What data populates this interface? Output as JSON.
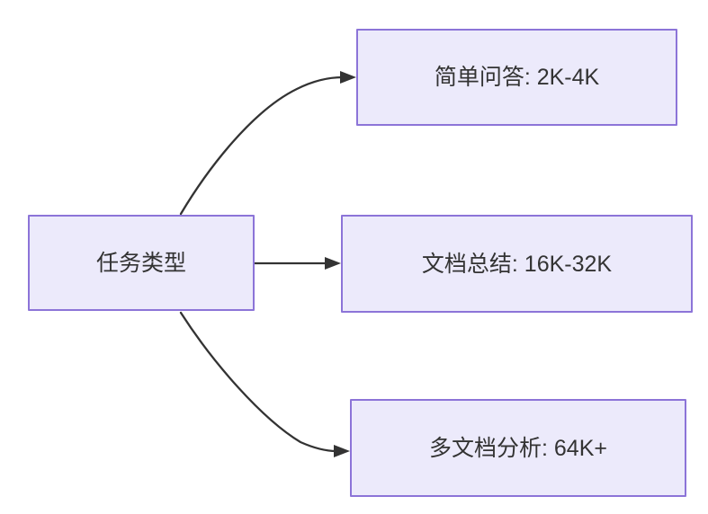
{
  "diagram": {
    "type": "flowchart",
    "direction": "left-to-right",
    "background_color": "#ffffff",
    "node_fill_color": "#ECEAFB",
    "node_border_color": "#8C74D8",
    "node_text_color": "#333333",
    "edge_color": "#333333",
    "source_node": {
      "id": "task-type",
      "label": "任务类型"
    },
    "target_nodes": [
      {
        "id": "simple-qa",
        "label": "简单问答: 2K-4K"
      },
      {
        "id": "doc-summary",
        "label": "文档总结: 16K-32K"
      },
      {
        "id": "multi-doc",
        "label": "多文档分析: 64K+"
      }
    ],
    "edges": [
      {
        "from": "task-type",
        "to": "simple-qa",
        "label": "",
        "style": "curved-arrow"
      },
      {
        "from": "task-type",
        "to": "doc-summary",
        "label": "",
        "style": "straight-arrow"
      },
      {
        "from": "task-type",
        "to": "multi-doc",
        "label": "",
        "style": "curved-arrow"
      }
    ]
  }
}
